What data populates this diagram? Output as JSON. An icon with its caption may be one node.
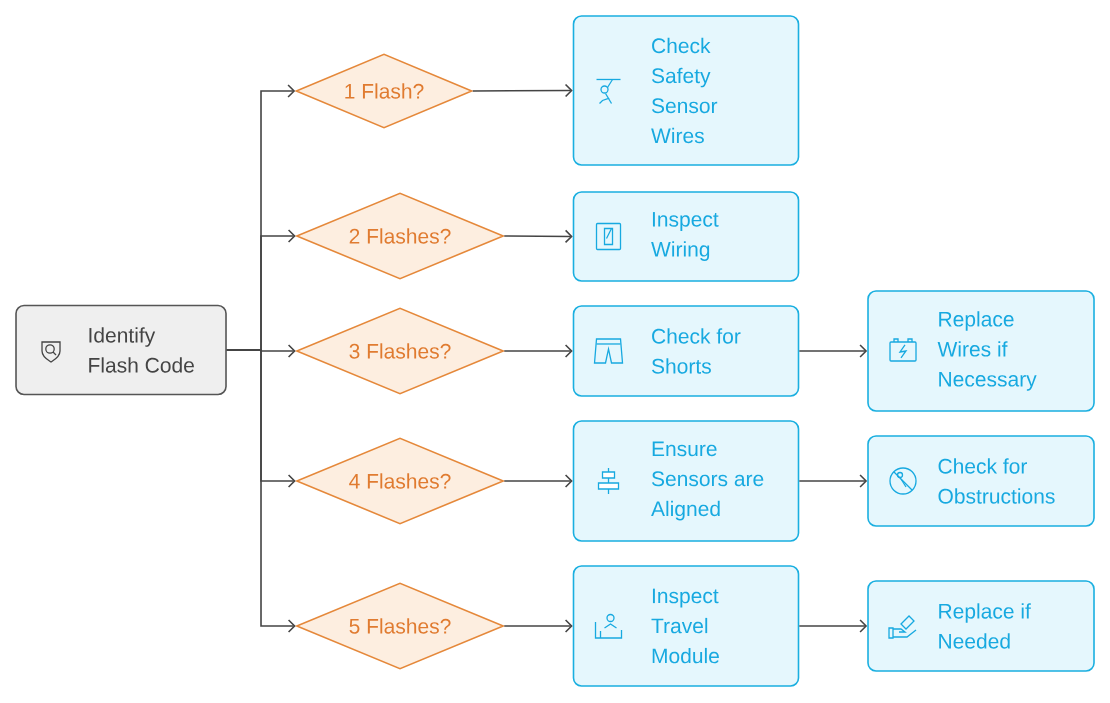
{
  "diagram": {
    "nodes": [
      {
        "text": [
          "Identify Flash Code"
        ]
      },
      {
        "text": [
          "1 Flash?"
        ]
      },
      {
        "text": [
          "2 Flashes?"
        ]
      },
      {
        "text": [
          "3 Flashes?"
        ]
      },
      {
        "text": [
          "4 Flashes?"
        ]
      },
      {
        "text": [
          "5 Flashes?"
        ]
      },
      {
        "text": [
          "Check Safety Sensor Wires"
        ]
      },
      {
        "text": [
          "Inspect Wiring"
        ]
      },
      {
        "text": [
          "Check for Shorts"
        ]
      },
      {
        "text": [
          "Ensure Sensors are Aligned"
        ]
      },
      {
        "text": [
          "Inspect Travel Module"
        ]
      },
      {
        "text": [
          "Replace Wires if Necessary"
        ]
      },
      {
        "text": [
          "Check for Obstructions"
        ]
      },
      {
        "text": [
          "Replace if Needed"
        ]
      }
    ],
    "edges": [
      {
        "from": 0,
        "to": 1,
        "arrow": "to"
      },
      {
        "from": 0,
        "to": 2,
        "arrow": "to"
      },
      {
        "from": 0,
        "to": 3,
        "arrow": "to"
      },
      {
        "from": 0,
        "to": 4,
        "arrow": "to"
      },
      {
        "from": 0,
        "to": 5,
        "arrow": "to"
      },
      {
        "from": 1,
        "to": 6,
        "arrow": "to"
      },
      {
        "from": 2,
        "to": 7,
        "arrow": "to"
      },
      {
        "from": 3,
        "to": 8,
        "arrow": "to"
      },
      {
        "from": 4,
        "to": 9,
        "arrow": "to"
      },
      {
        "from": 5,
        "to": 10,
        "arrow": "to"
      },
      {
        "from": 8,
        "to": 11,
        "arrow": "to"
      },
      {
        "from": 9,
        "to": 12,
        "arrow": "to"
      },
      {
        "from": 10,
        "to": 13,
        "arrow": "to"
      }
    ]
  }
}
